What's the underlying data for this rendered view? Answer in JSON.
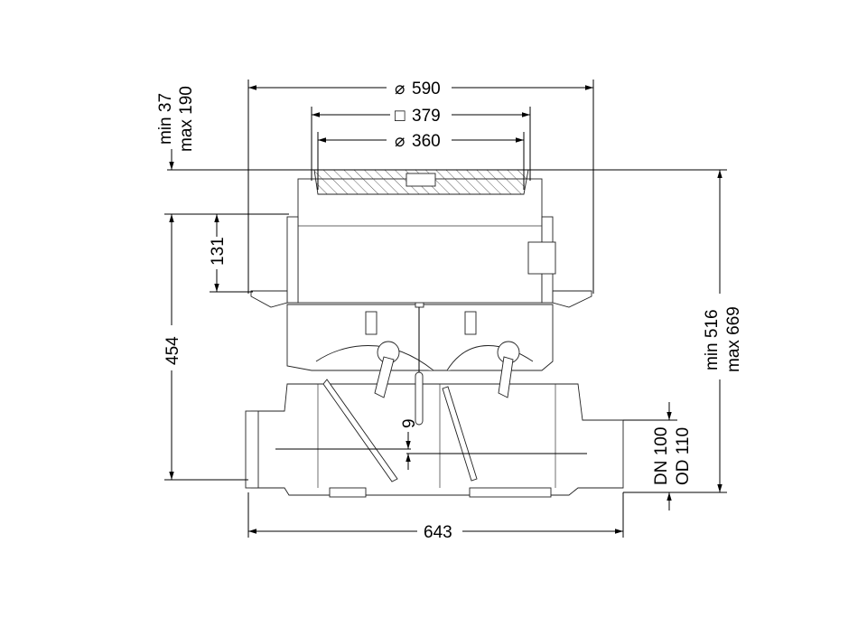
{
  "dimensions": {
    "outer_diameter": {
      "symbol": "⌀",
      "value": "590"
    },
    "square_size": {
      "symbol": "□",
      "value": "379"
    },
    "inner_diameter": {
      "symbol": "⌀",
      "value": "360"
    },
    "cover_adjust_min": "min 37",
    "cover_adjust_max": "max 190",
    "upper_height": "131",
    "body_height": "454",
    "offset": "9",
    "length": "643",
    "pipe_dn": "DN 100",
    "pipe_od": "OD 110",
    "total_min": "min 516",
    "total_max": "max 669"
  }
}
